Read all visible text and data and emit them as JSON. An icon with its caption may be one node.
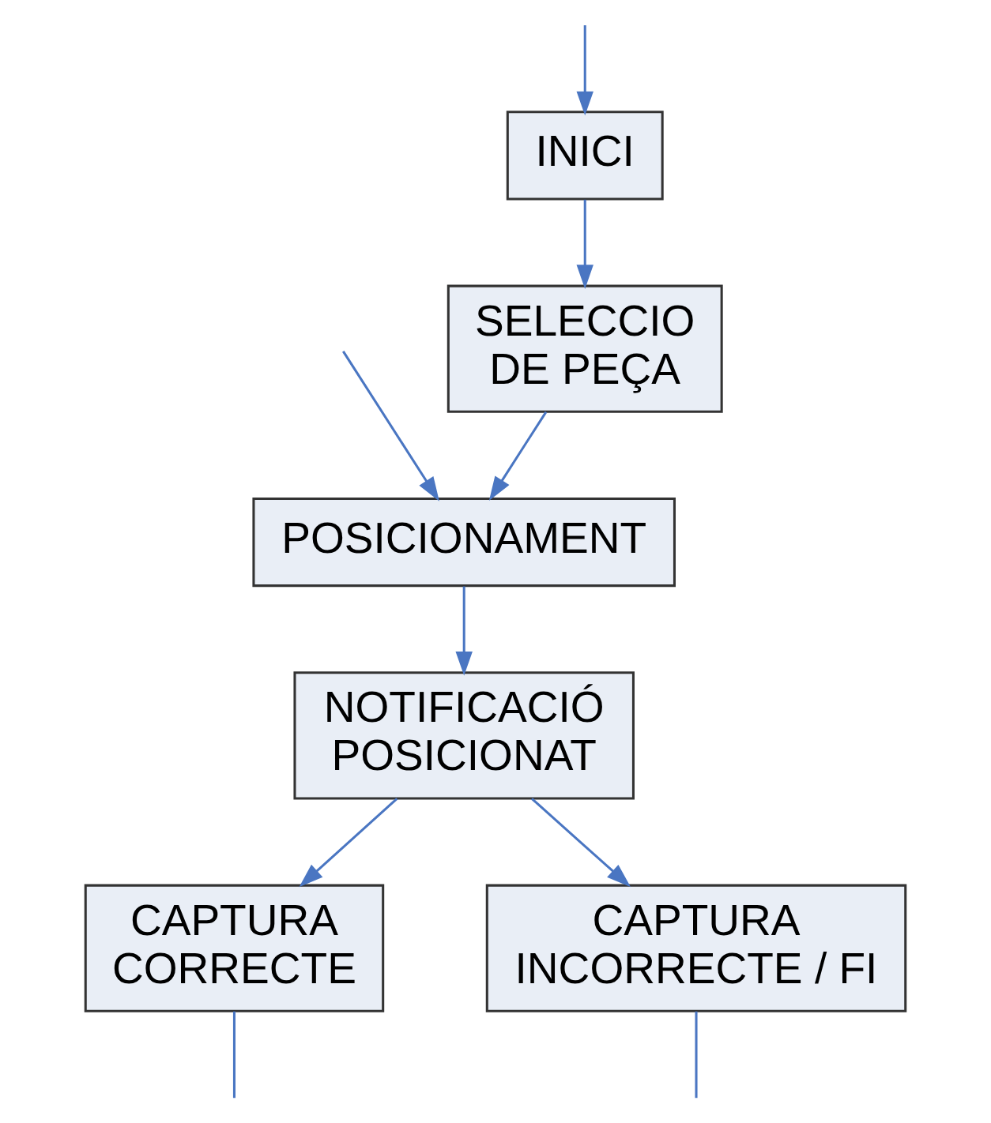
{
  "diagram": {
    "nodes": [
      {
        "text": [
          "INICI"
        ]
      },
      {
        "text": [
          "SELECCIO DE PEÇA"
        ]
      },
      {
        "text": [
          "POSICIONAMENT"
        ]
      },
      {
        "text": [
          "NOTIFICACIÓ POSICIONAT"
        ]
      },
      {
        "text": [
          "CAPTURA CORRECTE"
        ]
      },
      {
        "text": [
          "CAPTURA INCORRECTE / FI"
        ]
      }
    ],
    "edges": [
      {
        "from": null,
        "to": 0,
        "arrow": "to"
      },
      {
        "from": 0,
        "to": 1,
        "arrow": "to"
      },
      {
        "from": 1,
        "to": 2,
        "arrow": "to"
      },
      {
        "from": 2,
        "to": 3,
        "arrow": "to"
      },
      {
        "from": 3,
        "to": 4,
        "arrow": "to"
      },
      {
        "from": 3,
        "to": 5,
        "arrow": "to"
      },
      {
        "from": null,
        "to": 2,
        "arrow": "to"
      },
      {
        "from": 4,
        "to": null,
        "arrow": "none"
      },
      {
        "from": 5,
        "to": null,
        "arrow": "none"
      }
    ]
  }
}
